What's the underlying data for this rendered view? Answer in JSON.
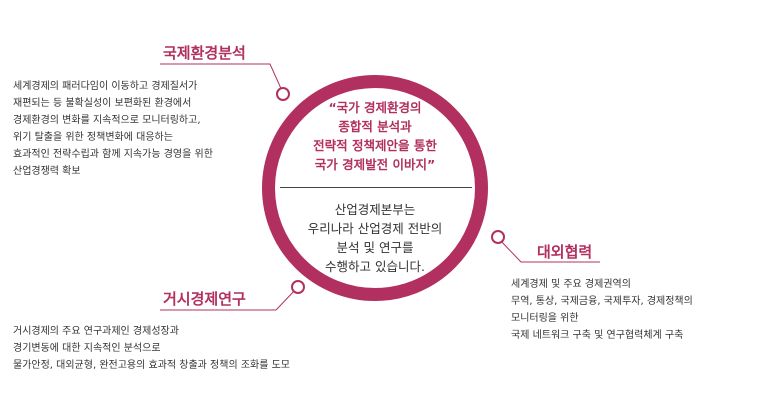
{
  "center": {
    "quote_lines": [
      "“국가 경제환경의",
      "종합적 분석과",
      "전략적 정책제안을 통한",
      "국가 경제발전 이바지”"
    ],
    "desc_lines": [
      "산업경제본부는",
      "우리나라 산업경제 전반의",
      "분석 및 연구를",
      "수행하고 있습니다."
    ]
  },
  "sections": {
    "international": {
      "title": "국제환경분석",
      "lines": [
        "세계경제의 패러다임이 이동하고 경제질서가",
        "재편되는 등 불확실성이 보편화된 환경에서",
        "경제환경의 변화를 지속적으로 모니터링하고,",
        "위기 탈출을 위한 정책변화에 대응하는",
        "효과적인 전략수립과 함께 지속가능 경영을 위한",
        "산업경쟁력 확보"
      ]
    },
    "external": {
      "title": "대외협력",
      "lines": [
        "세계경제 및 주요 경제권역의",
        "무역, 통상, 국제금융, 국제투자, 경제정책의",
        "모니터링을 위한",
        "국제 네트워크 구축 및 연구협력체계 구축"
      ]
    },
    "macro": {
      "title": "거시경제연구",
      "lines": [
        "거시경제의 주요 연구과제인 경제성장과",
        "경기변동에 대한 지속적인 분석으로",
        "물가안정, 대외균형, 완전고용의 효과적 창출과 정책의 조화를 도모"
      ]
    }
  },
  "colors": {
    "accent": "#b2305f",
    "text": "#333333",
    "background": "#ffffff"
  }
}
